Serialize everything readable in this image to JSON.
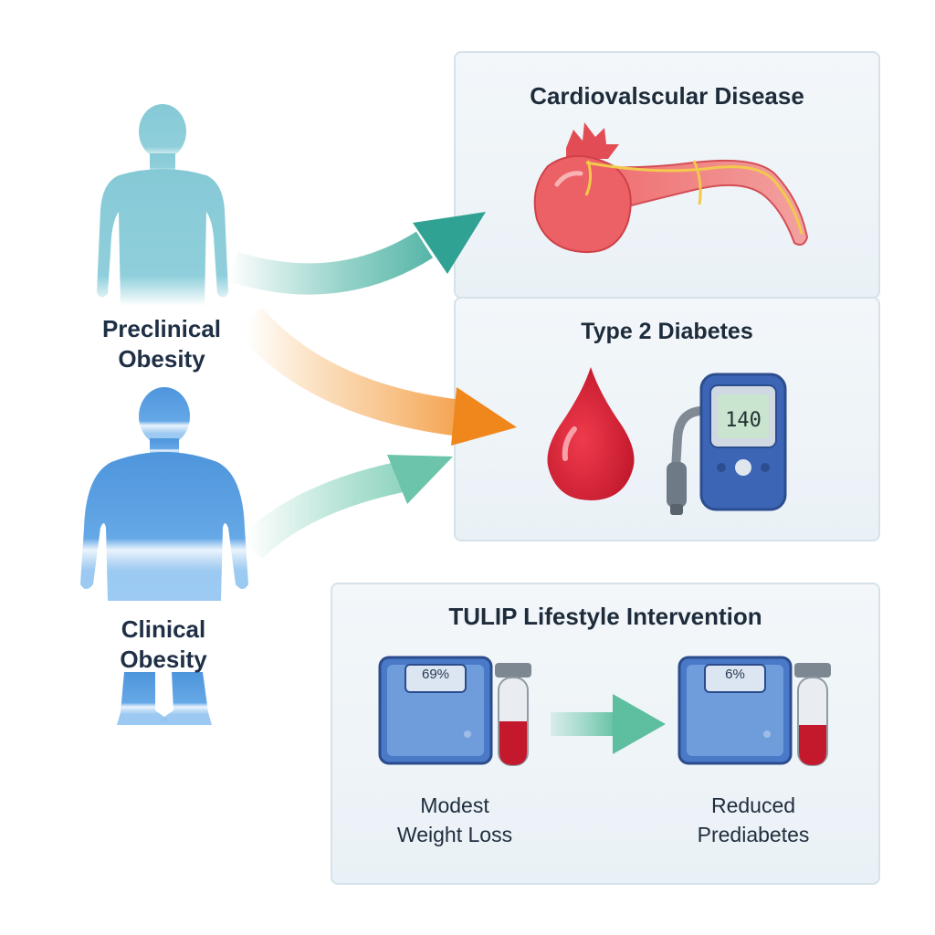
{
  "people": [
    {
      "label_line1": "Preclinical",
      "label_line2": "Obesity"
    },
    {
      "label_line1": "Clinical",
      "label_line2": "Obesity"
    }
  ],
  "conditions": {
    "cardiovascular": {
      "title": "Cardiovalscular Disease"
    },
    "diabetes": {
      "title": "Type 2 Diabetes",
      "meter_reading": "140"
    }
  },
  "intervention": {
    "title": "TULIP Lifestyle Intervention",
    "before": {
      "scale_display": "69%",
      "caption_line1": "Modest",
      "caption_line2": "Weight Loss"
    },
    "after": {
      "scale_display": "6%",
      "caption_line1": "Reduced",
      "caption_line2": "Prediabetes"
    }
  },
  "colors": {
    "preclinical": "#86c9d6",
    "clinical": "#5a9fe0",
    "arrow_teal": "#3fae9d",
    "arrow_orange": "#f29a2e",
    "arrow_mint": "#7ccdb6",
    "panel_border": "#d6e2ea",
    "blood_red": "#d7263d",
    "device_blue": "#3c66b5"
  },
  "icons": [
    "person-silhouette-icon",
    "heart-artery-icon",
    "blood-drop-icon",
    "glucose-meter-icon",
    "weight-scale-icon",
    "blood-test-tube-icon",
    "arrow-right-icon"
  ]
}
